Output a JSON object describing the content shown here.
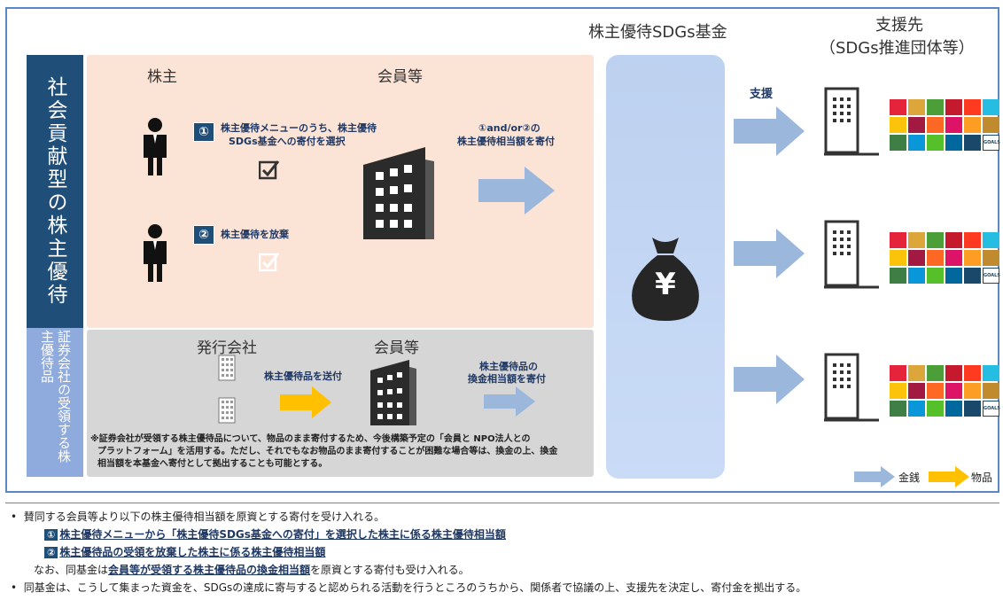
{
  "fund_title": "株主優待SDGs基金",
  "support_dest": {
    "line1": "支援先",
    "line2": "（SDGs推進団体等）"
  },
  "top_band_label": "社会貢献型の株主優待",
  "bottom_band_label": "証券会社の受領する株主優待品",
  "top_section": {
    "col_shareholder": "株主",
    "col_member": "会員等",
    "option1_num": "①",
    "option1_text_l1": "株主優待メニューのうち、株主優待",
    "option1_text_l2": "SDGs基金への寄付を選択",
    "option2_num": "②",
    "option2_text": "株主優待を放棄",
    "donate_l1": "①and/or②の",
    "donate_l2": "株主優待相当額を寄付"
  },
  "bottom_section": {
    "col_issuer": "発行会社",
    "col_member": "会員等",
    "send_label": "株主優待品を送付",
    "donate_l1": "株主優待品の",
    "donate_l2": "換金相当額を寄付",
    "note_l1": "※証券会社が受領する株主優待品について、物品のまま寄付するため、今後構築予定の「会員と NPO法人との",
    "note_l2": "プラットフォーム」を活用する。ただし、それでもなお物品のまま寄付することが困難な場合等は、換金の上、換金",
    "note_l3": "相当額を本基金へ寄付として拠出することも可能とする。"
  },
  "support_label": "支援",
  "fund_icon_symbol": "¥",
  "sdg_goals_label": "GOALS",
  "legend": {
    "money": "金銭",
    "goods": "物品"
  },
  "colors": {
    "navy": "#1f4e79",
    "light_blue": "#8faadc",
    "peach": "#fbe3d6",
    "arrow_blue": "#9bb7db",
    "arrow_gold": "#ffc000"
  },
  "notes": {
    "bullet1": "賛同する会員等より以下の株主優待相当額を原資とする寄付を受け入れる。",
    "item1_num": "①",
    "item1": "株主優待メニューから「株主優待SDGs基金への寄付」を選択した株主に係る株主優待相当額",
    "item2_num": "②",
    "item2": "株主優待品の受領を放棄した株主に係る株主優待相当額",
    "line3_pre": "なお、同基金は",
    "line3_bold": "会員等が受領する株主優待品の換金相当額",
    "line3_post": "を原資とする寄付も受け入れる。",
    "bullet2": "同基金は、こうして集まった資金を、SDGsの達成に寄与すると認められる活動を行うところのうちから、関係者で協議の上、支援先を決定し、寄付金を拠出する。"
  }
}
